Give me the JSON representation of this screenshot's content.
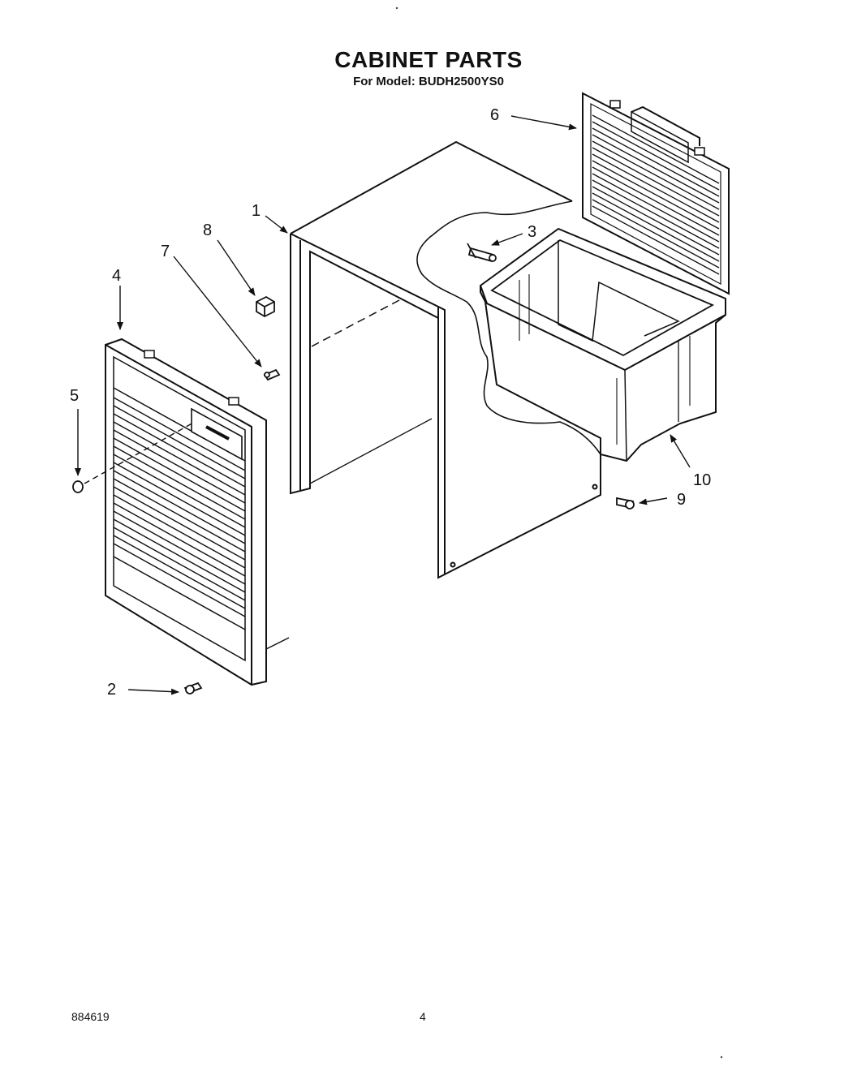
{
  "header": {
    "title": "CABINET PARTS",
    "model_line": "For Model: BUDH2500YS0"
  },
  "callouts": [
    {
      "id": "1",
      "label": "1"
    },
    {
      "id": "2",
      "label": "2"
    },
    {
      "id": "3",
      "label": "3"
    },
    {
      "id": "4",
      "label": "4"
    },
    {
      "id": "5",
      "label": "5"
    },
    {
      "id": "6",
      "label": "6"
    },
    {
      "id": "7",
      "label": "7"
    },
    {
      "id": "8",
      "label": "8"
    },
    {
      "id": "9",
      "label": "9"
    },
    {
      "id": "10",
      "label": "10"
    }
  ],
  "footer": {
    "document_number": "884619",
    "page_number": "4"
  }
}
